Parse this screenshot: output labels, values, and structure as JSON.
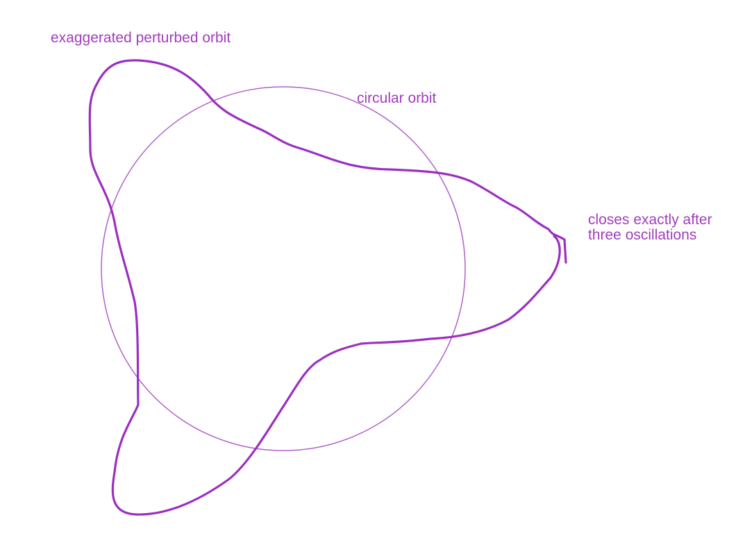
{
  "labels": {
    "perturbed_orbit": "exaggerated perturbed orbit",
    "circular_orbit": "circular orbit",
    "closes_line1": "closes exactly after",
    "closes_line2": "three oscillations"
  },
  "colors": {
    "circle_stroke": "#b060c8",
    "orbit_stroke": "#9b2fc0",
    "label_text": "#a23cbd",
    "background": "#ffffff"
  }
}
